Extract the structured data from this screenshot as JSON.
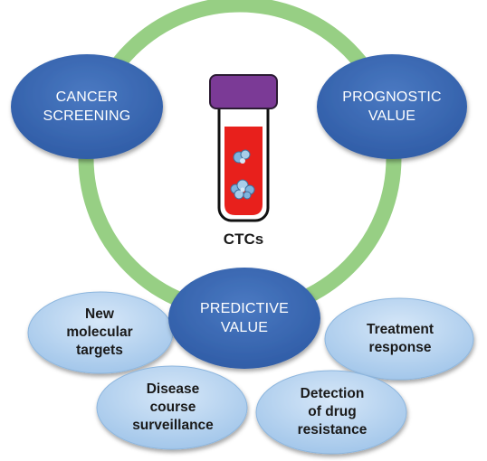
{
  "center": {
    "label": "CTCs"
  },
  "main_nodes": {
    "screening": "CANCER\nSCREENING",
    "prognostic": "PROGNOSTIC\nVALUE",
    "predictive": "PREDICTIVE\nVALUE"
  },
  "sub_nodes": {
    "targets": "New\nmolecular\ntargets",
    "response": "Treatment\nresponse",
    "surveillance": "Disease\ncourse\nsurveillance",
    "resistance": "Detection\nof drug\nresistance"
  },
  "colors": {
    "ring": "#97cf84",
    "main_node": "#3b6ab5",
    "sub_node": "#b3d1ee",
    "tube_cap": "#7b3a96",
    "blood": "#e8201c",
    "cell": "#7fb4de"
  }
}
